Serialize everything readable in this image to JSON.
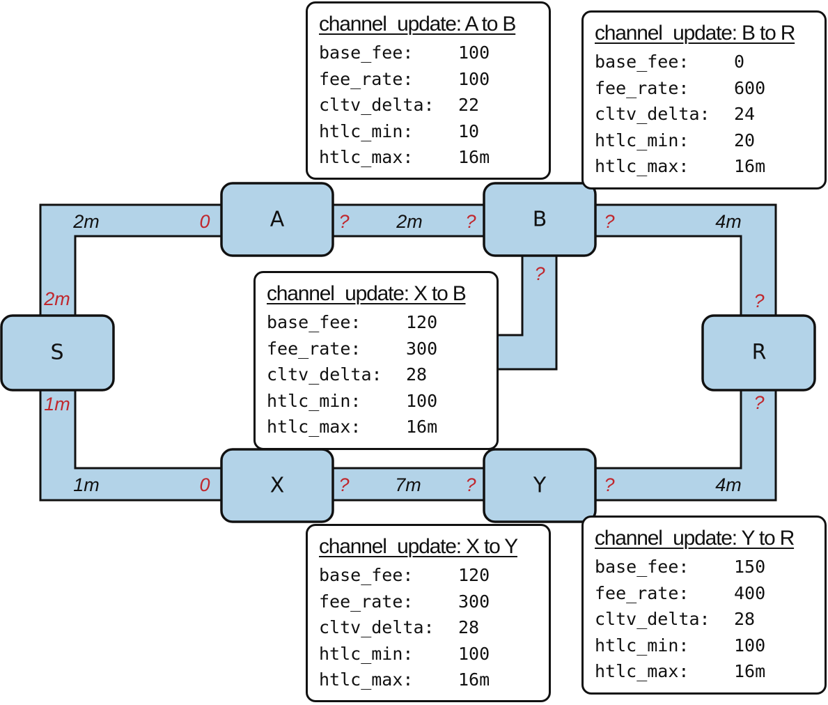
{
  "nodes": {
    "A": "A",
    "B": "B",
    "S": "S",
    "R": "R",
    "X": "X",
    "Y": "Y"
  },
  "capacities": {
    "sa_top": "2m",
    "sa_side": "2m",
    "ab": "2m",
    "br": "4m",
    "sx_side": "1m",
    "sx_bottom": "1m",
    "xy": "7m",
    "yr": "4m"
  },
  "unknowns": {
    "sa_a": "0",
    "ab_a": "?",
    "ab_b": "?",
    "br_b": "?",
    "br_r": "?",
    "xb_b": "?",
    "sx_x": "0",
    "xy_x": "?",
    "xy_y": "?",
    "yr_y": "?",
    "yr_r": "?"
  },
  "panels": {
    "a_to_b": {
      "title": "channel_update: A to B",
      "rows": [
        {
          "key": "base_fee:",
          "value": "100"
        },
        {
          "key": "fee_rate:",
          "value": "100"
        },
        {
          "key": "cltv_delta:",
          "value": "22"
        },
        {
          "key": "htlc_min:",
          "value": "10"
        },
        {
          "key": "htlc_max:",
          "value": "16m"
        }
      ]
    },
    "b_to_r": {
      "title": "channel_update: B to R",
      "rows": [
        {
          "key": "base_fee:",
          "value": "0"
        },
        {
          "key": "fee_rate:",
          "value": "600"
        },
        {
          "key": "cltv_delta:",
          "value": "24"
        },
        {
          "key": "htlc_min:",
          "value": "20"
        },
        {
          "key": "htlc_max:",
          "value": "16m"
        }
      ]
    },
    "x_to_b": {
      "title": "channel_update: X to B",
      "rows": [
        {
          "key": "base_fee:",
          "value": "120"
        },
        {
          "key": "fee_rate:",
          "value": "300"
        },
        {
          "key": "cltv_delta:",
          "value": "28"
        },
        {
          "key": "htlc_min:",
          "value": "100"
        },
        {
          "key": "htlc_max:",
          "value": "16m"
        }
      ]
    },
    "x_to_y": {
      "title": "channel_update: X to Y",
      "rows": [
        {
          "key": "base_fee:",
          "value": "120"
        },
        {
          "key": "fee_rate:",
          "value": "300"
        },
        {
          "key": "cltv_delta:",
          "value": "28"
        },
        {
          "key": "htlc_min:",
          "value": "100"
        },
        {
          "key": "htlc_max:",
          "value": "16m"
        }
      ]
    },
    "y_to_r": {
      "title": "channel_update: Y to R",
      "rows": [
        {
          "key": "base_fee:",
          "value": "150"
        },
        {
          "key": "fee_rate:",
          "value": "400"
        },
        {
          "key": "cltv_delta:",
          "value": "28"
        },
        {
          "key": "htlc_min:",
          "value": "100"
        },
        {
          "key": "htlc_max:",
          "value": "16m"
        }
      ]
    }
  },
  "colors": {
    "channel_fill": "#b3d3e8",
    "outline": "#111111",
    "unknown_red": "#c0272d"
  }
}
